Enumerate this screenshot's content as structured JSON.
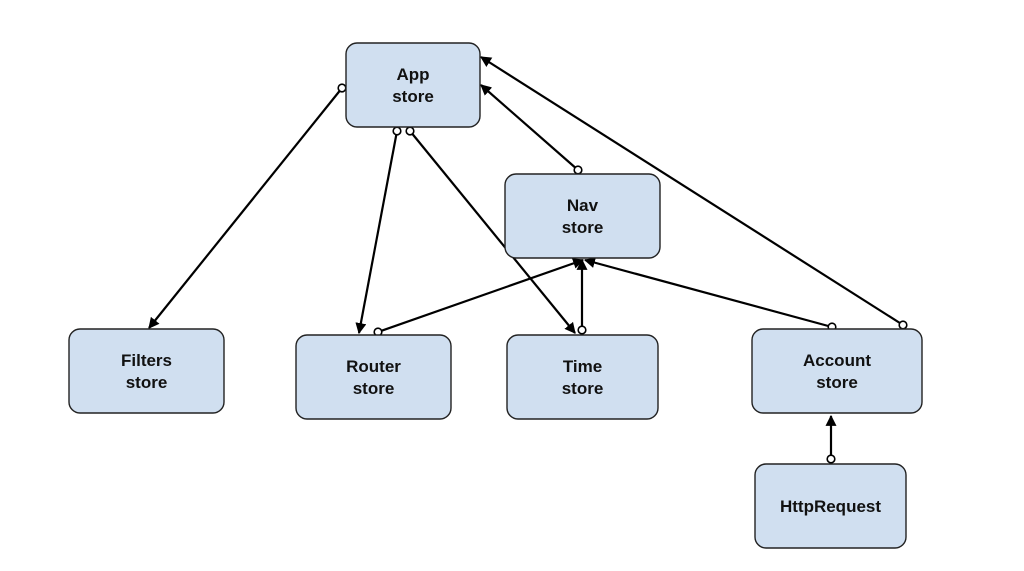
{
  "nodes": [
    {
      "id": "app",
      "lines": [
        "App",
        "store"
      ]
    },
    {
      "id": "nav",
      "lines": [
        "Nav",
        "store"
      ]
    },
    {
      "id": "filters",
      "lines": [
        "Filters",
        "store"
      ]
    },
    {
      "id": "router",
      "lines": [
        "Router",
        "store"
      ]
    },
    {
      "id": "time",
      "lines": [
        "Time",
        "store"
      ]
    },
    {
      "id": "account",
      "lines": [
        "Account",
        "store"
      ]
    },
    {
      "id": "http",
      "lines": [
        "HttpRequest"
      ]
    }
  ],
  "edges": [
    {
      "from": "app",
      "to": "filters"
    },
    {
      "from": "app",
      "to": "router"
    },
    {
      "from": "app",
      "to": "time"
    },
    {
      "from": "nav",
      "to": "app"
    },
    {
      "from": "account",
      "to": "app"
    },
    {
      "from": "router",
      "to": "nav"
    },
    {
      "from": "time",
      "to": "nav"
    },
    {
      "from": "account",
      "to": "nav"
    },
    {
      "from": "http",
      "to": "account"
    }
  ],
  "colors": {
    "node_fill": "#d0dff0",
    "node_stroke": "#222222",
    "edge": "#000000"
  }
}
